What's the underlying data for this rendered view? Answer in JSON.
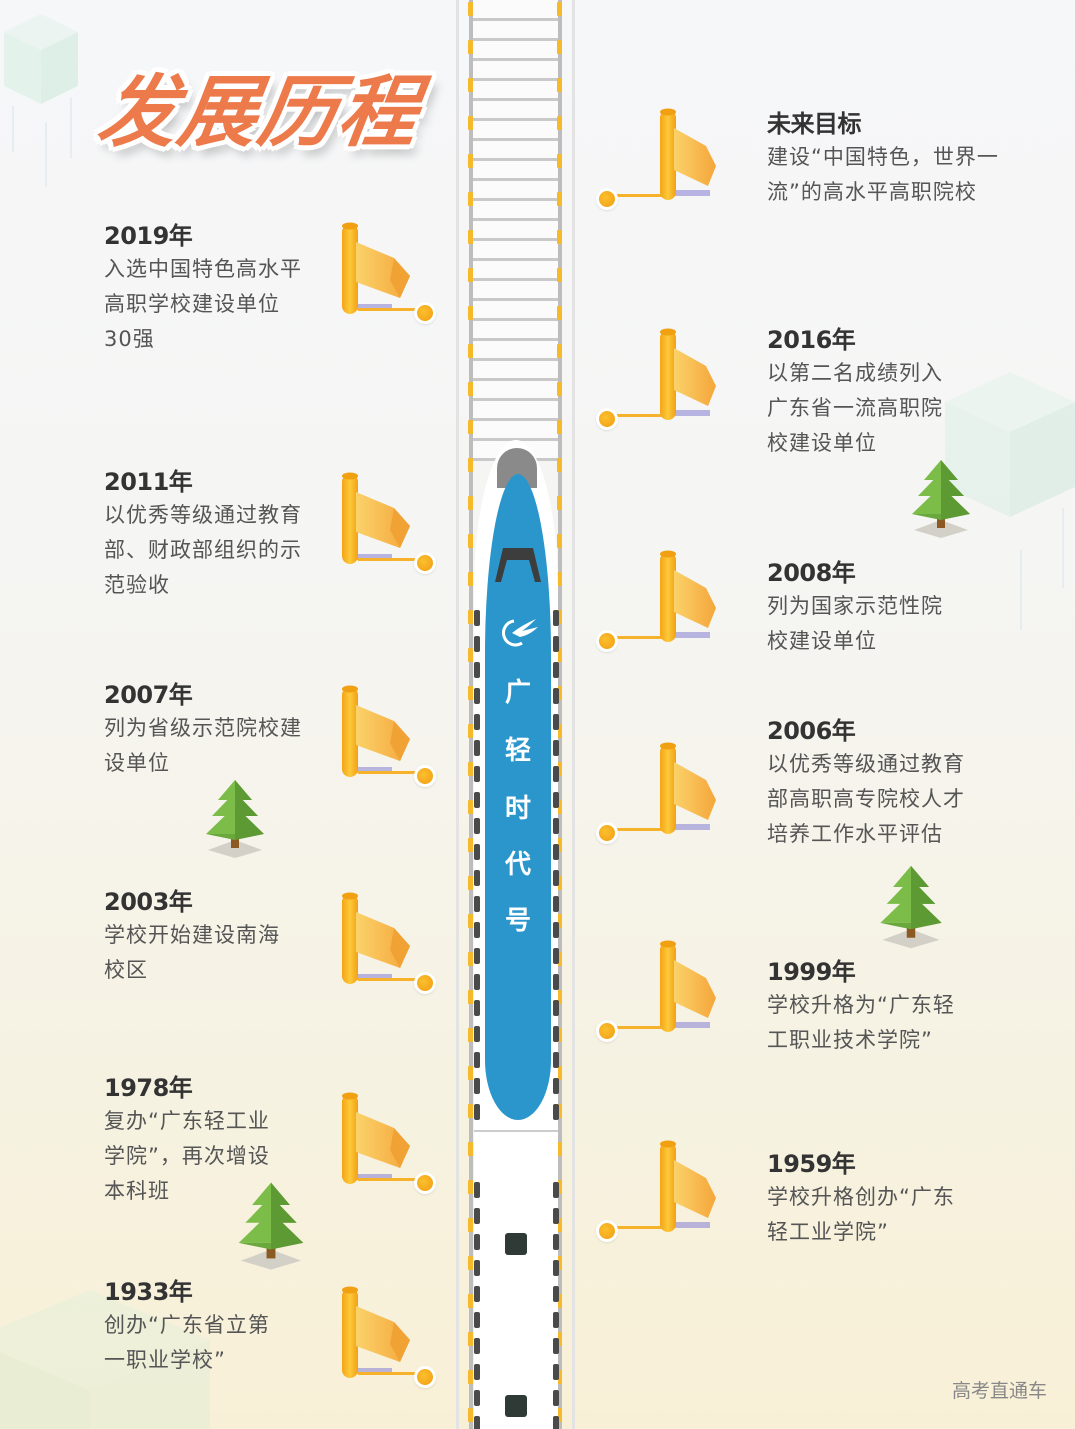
{
  "title": "发展历程",
  "train": {
    "label_chars": [
      "广",
      "轻",
      "时",
      "代",
      "号"
    ],
    "color": "#2b96cc"
  },
  "colors": {
    "title": "#ec7a4a",
    "flag": "#f6b92b",
    "tree": "#6aa83e",
    "rail_marker": "#f6b92b"
  },
  "left_entries": [
    {
      "year": "2019年",
      "desc": "入选中国特色高水平\n高职学校建设单位\n30强"
    },
    {
      "year": "2011年",
      "desc": "以优秀等级通过教育\n部、财政部组织的示\n范验收"
    },
    {
      "year": "2007年",
      "desc": "列为省级示范院校建\n设单位"
    },
    {
      "year": "2003年",
      "desc": "学校开始建设南海\n校区"
    },
    {
      "year": "1978年",
      "desc": "复办“广东轻工业\n学院”，再次增设\n本科班"
    },
    {
      "year": "1933年",
      "desc": "创办“广东省立第\n一职业学校”"
    }
  ],
  "right_entries": [
    {
      "year": "未来目标",
      "desc": "建设“中国特色，世界一\n流”的高水平高职院校"
    },
    {
      "year": "2016年",
      "desc": "以第二名成绩列入\n广东省一流高职院\n校建设单位"
    },
    {
      "year": "2008年",
      "desc": "列为国家示范性院\n校建设单位"
    },
    {
      "year": "2006年",
      "desc": "以优秀等级通过教育\n部高职高专院校人才\n培养工作水平评估"
    },
    {
      "year": "1999年",
      "desc": "学校升格为“广东轻\n工职业技术学院”"
    },
    {
      "year": "1959年",
      "desc": "学校升格创办“广东\n轻工业学院”"
    }
  ],
  "icons": {
    "flag": "flag-icon",
    "tree": "tree-icon",
    "cube": "cube-decoration",
    "school_logo": "bird-logo-icon"
  },
  "watermark": "高考直通车"
}
